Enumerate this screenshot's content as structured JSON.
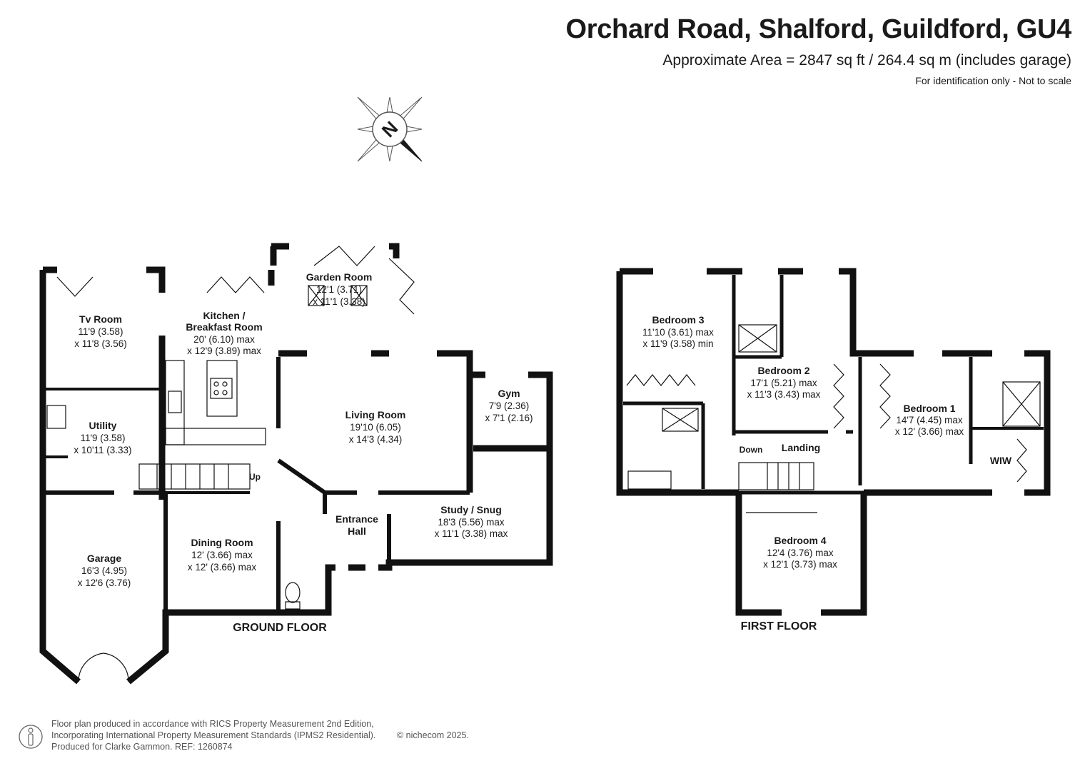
{
  "header": {
    "title": "Orchard Road, Shalford, Guildford, GU4",
    "area": "Approximate Area = 2847 sq ft / 264.4 sq m (includes garage)",
    "disclaimer": "For identification only - Not to scale"
  },
  "compass": {
    "label": "N",
    "icon": "compass-icon"
  },
  "ground_floor": {
    "label": "GROUND FLOOR",
    "stair_label": "Up",
    "rooms": {
      "tv_room": {
        "name": "Tv Room",
        "dim1": "11'9 (3.58)",
        "dim2": "x 11'8 (3.56)"
      },
      "kitchen": {
        "name1": "Kitchen /",
        "name2": "Breakfast Room",
        "dim1": "20' (6.10) max",
        "dim2": "x 12'9 (3.89) max"
      },
      "garden_room": {
        "name": "Garden Room",
        "dim1": "12'1 (3.71)",
        "dim2": "x 11'1 (3.38)"
      },
      "utility": {
        "name": "Utility",
        "dim1": "11'9 (3.58)",
        "dim2": "x 10'11 (3.33)"
      },
      "living_room": {
        "name": "Living Room",
        "dim1": "19'10 (6.05)",
        "dim2": "x 14'3 (4.34)"
      },
      "gym": {
        "name": "Gym",
        "dim1": "7'9 (2.36)",
        "dim2": "x 7'1 (2.16)"
      },
      "garage": {
        "name": "Garage",
        "dim1": "16'3 (4.95)",
        "dim2": "x 12'6 (3.76)"
      },
      "dining_room": {
        "name": "Dining Room",
        "dim1": "12' (3.66) max",
        "dim2": "x 12' (3.66) max"
      },
      "entrance_hall": {
        "name1": "Entrance",
        "name2": "Hall"
      },
      "study": {
        "name": "Study / Snug",
        "dim1": "18'3 (5.56) max",
        "dim2": "x 11'1 (3.38) max"
      }
    }
  },
  "first_floor": {
    "label": "FIRST FLOOR",
    "stair_label": "Down",
    "rooms": {
      "bedroom3": {
        "name": "Bedroom 3",
        "dim1": "11'10 (3.61) max",
        "dim2": "x 11'9 (3.58) min"
      },
      "bedroom2": {
        "name": "Bedroom 2",
        "dim1": "17'1 (5.21) max",
        "dim2": "x 11'3 (3.43) max"
      },
      "bedroom1": {
        "name": "Bedroom 1",
        "dim1": "14'7 (4.45) max",
        "dim2": "x 12' (3.66) max"
      },
      "landing": {
        "name": "Landing"
      },
      "wiw": {
        "name": "WIW"
      },
      "bedroom4": {
        "name": "Bedroom 4",
        "dim1": "12'4 (3.76) max",
        "dim2": "x 12'1 (3.73) max"
      }
    }
  },
  "footer": {
    "line1": "Floor plan produced in accordance with RICS Property Measurement 2nd Edition,",
    "line2": "Incorporating International Property Measurement Standards (IPMS2 Residential).",
    "line3": "Produced for Clarke Gammon.   REF:  1260874",
    "copyright": "© nichecom 2025."
  }
}
